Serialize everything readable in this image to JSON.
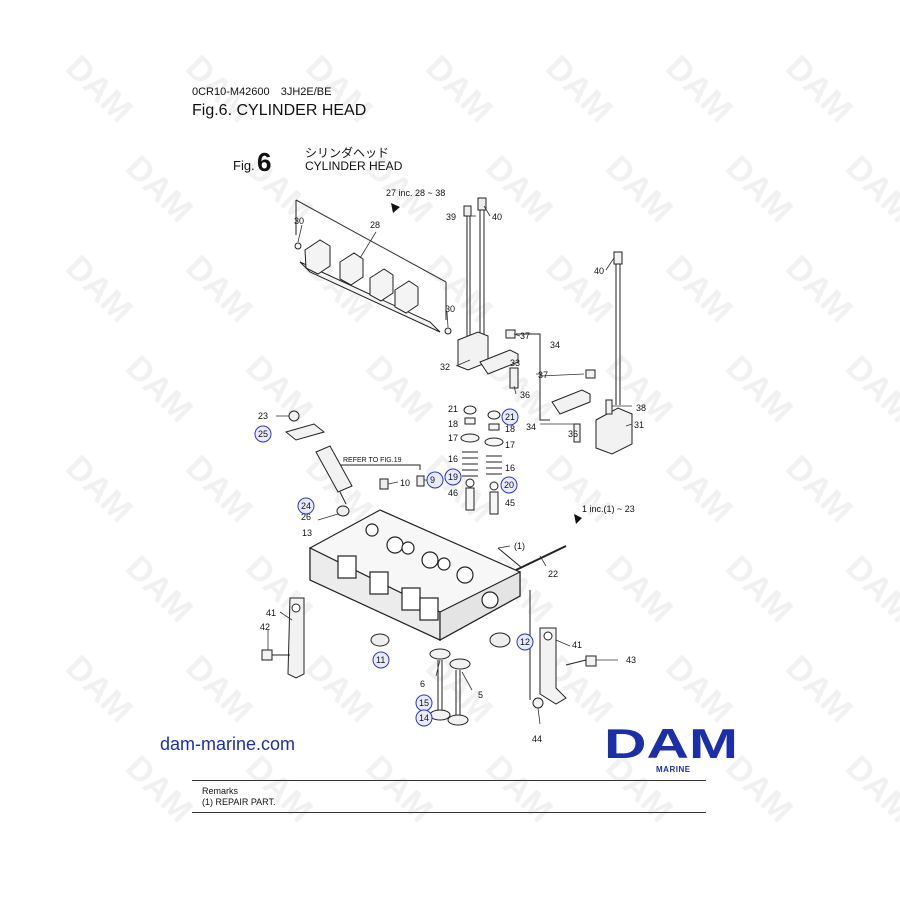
{
  "header": {
    "code": "0CR10-M42600",
    "model": "3JH2E/BE",
    "title": "Fig.6.  CYLINDER HEAD"
  },
  "figure": {
    "fig_label": "Fig.",
    "fig_number": "6",
    "title_jp": "シリンダヘッド",
    "title_en": "CYLINDER HEAD",
    "note_assembly_27": "27 inc. 28 ~ 38",
    "note_assembly_1": "1 inc.(1) ~ 23",
    "note_refer": "REFER TO FIG.19",
    "callouts": [
      "30",
      "28",
      "39",
      "40",
      "40",
      "30",
      "37",
      "34",
      "33",
      "32",
      "36",
      "37",
      "38",
      "31",
      "34",
      "36",
      "21",
      "21",
      "18",
      "18",
      "17",
      "17",
      "16",
      "16",
      "19",
      "20",
      "46",
      "45",
      "23",
      "25",
      "10",
      "9",
      "24",
      "26",
      "13",
      "(1)",
      "22",
      "41",
      "42",
      "11",
      "12",
      "41",
      "43",
      "6",
      "5",
      "15",
      "14",
      "44"
    ]
  },
  "footer": {
    "site": "dam-marine.com",
    "brand": "DAM",
    "brand_sub": "MARINE",
    "remarks_title": "Remarks",
    "remarks_item": "(1) REPAIR PART."
  },
  "watermark": "DAM",
  "colors": {
    "brand_blue": "#1a2fa8",
    "circle_blue": "#2a36c8",
    "line": "#222222"
  }
}
